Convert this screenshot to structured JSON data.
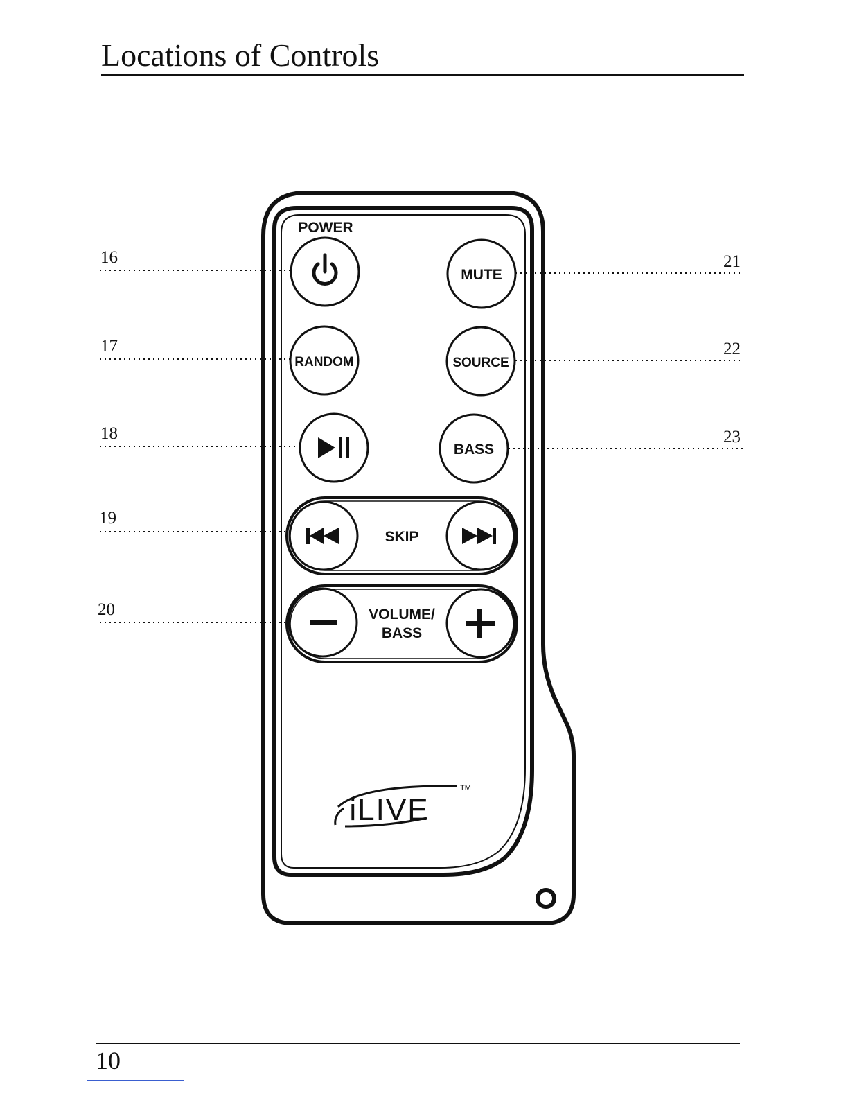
{
  "header": {
    "title": "Locations of Controls"
  },
  "footer": {
    "page_number": "10"
  },
  "remote": {
    "power_label": "POWER",
    "mute_label": "MUTE",
    "random_label": "RANDOM",
    "source_label": "SOURCE",
    "bass_label": "BASS",
    "skip_label": "SKIP",
    "volume_label_line1": "VOLUME/",
    "volume_label_line2": "BASS",
    "logo_text": "iLIVE",
    "trademark": "TM",
    "icons": [
      "power-icon",
      "play-pause-icon",
      "skip-back-icon",
      "skip-forward-icon",
      "minus-icon",
      "plus-icon"
    ]
  },
  "callouts": {
    "left": [
      "16",
      "17",
      "18",
      "19",
      "20"
    ],
    "right": [
      "21",
      "22",
      "23"
    ]
  }
}
